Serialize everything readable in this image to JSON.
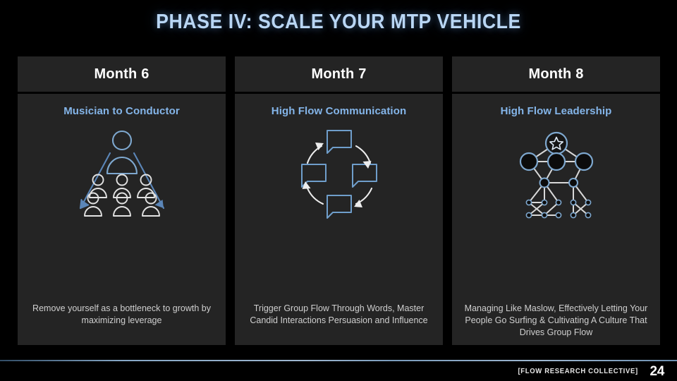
{
  "slide": {
    "title": "PHASE IV: SCALE YOUR MTP VEHICLE",
    "title_color": "#b9d6f4",
    "background_color": "#000000",
    "card_background": "#242424",
    "accent_blue": "#84b5e9"
  },
  "cards": [
    {
      "header": "Month 6",
      "subtitle": "Musician to Conductor",
      "icon": "leader-and-team-hierarchy-icon",
      "description": "Remove yourself as a bottleneck to growth by maximizing leverage"
    },
    {
      "header": "Month 7",
      "subtitle": "High Flow Communication",
      "icon": "speech-bubble-cycle-icon",
      "description": "Trigger Group Flow Through Words, Master Candid Interactions Persuasion and Influence"
    },
    {
      "header": "Month 8",
      "subtitle": "High Flow Leadership",
      "icon": "star-node-network-icon",
      "description": "Managing Like Maslow, Effectively Letting Your People Go Surfing & Cultivating A Culture That Drives Group Flow"
    }
  ],
  "footer": {
    "brand": "[FLOW RESEARCH COLLECTIVE]",
    "page_number": "24"
  }
}
